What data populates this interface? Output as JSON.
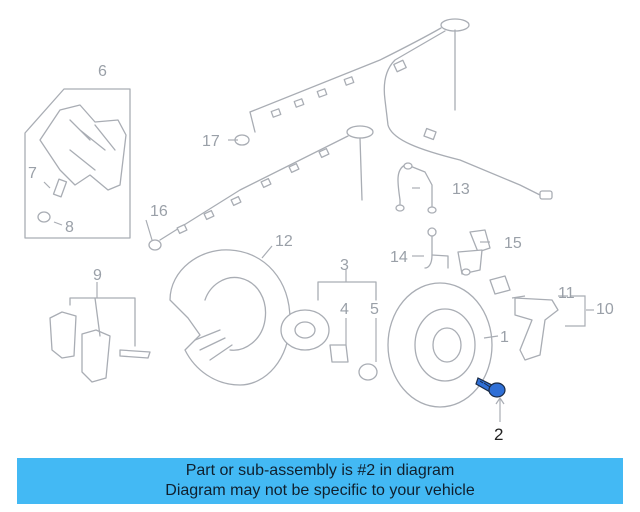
{
  "diagram": {
    "callouts": {
      "c1": "1",
      "c2": "2",
      "c3": "3",
      "c4": "4",
      "c5": "5",
      "c6": "6",
      "c7": "7",
      "c8": "8",
      "c9": "9",
      "c10": "10",
      "c11": "11",
      "c12": "12",
      "c13": "13",
      "c14": "14",
      "c15": "15",
      "c16": "16",
      "c17": "17"
    },
    "highlighted_part": "2",
    "highlight_color": "#2f6fd6",
    "line_color": "#a9adb4"
  },
  "banner": {
    "line1": "Part or sub-assembly is #2 in diagram",
    "line2": "Diagram may not be specific to your vehicle",
    "background": "#43b9f4"
  }
}
